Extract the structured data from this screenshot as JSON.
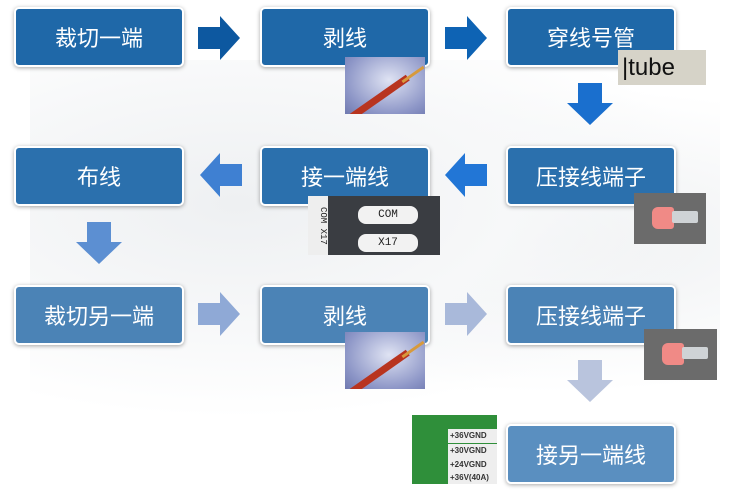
{
  "steps": {
    "r1": [
      "裁切一端",
      "剥线",
      "穿线号管"
    ],
    "r2": [
      "布线",
      "接一端线",
      "压接线端子"
    ],
    "r3": [
      "裁切另一端",
      "剥线",
      "压接线端子"
    ],
    "r4": "接另一端线"
  },
  "images": {
    "tube_text": "tube",
    "com_strip": "COM  X17",
    "com_labels": [
      "COM",
      "X17"
    ],
    "terminal_labels": [
      "+36VGND",
      "+30VGND",
      "+24VGND",
      "+36V(40A)"
    ]
  },
  "colors": {
    "row1": "#1f68a8",
    "row2": "#2b70ad",
    "row3": "#4b83b6",
    "row4": "#5a8fc0"
  }
}
